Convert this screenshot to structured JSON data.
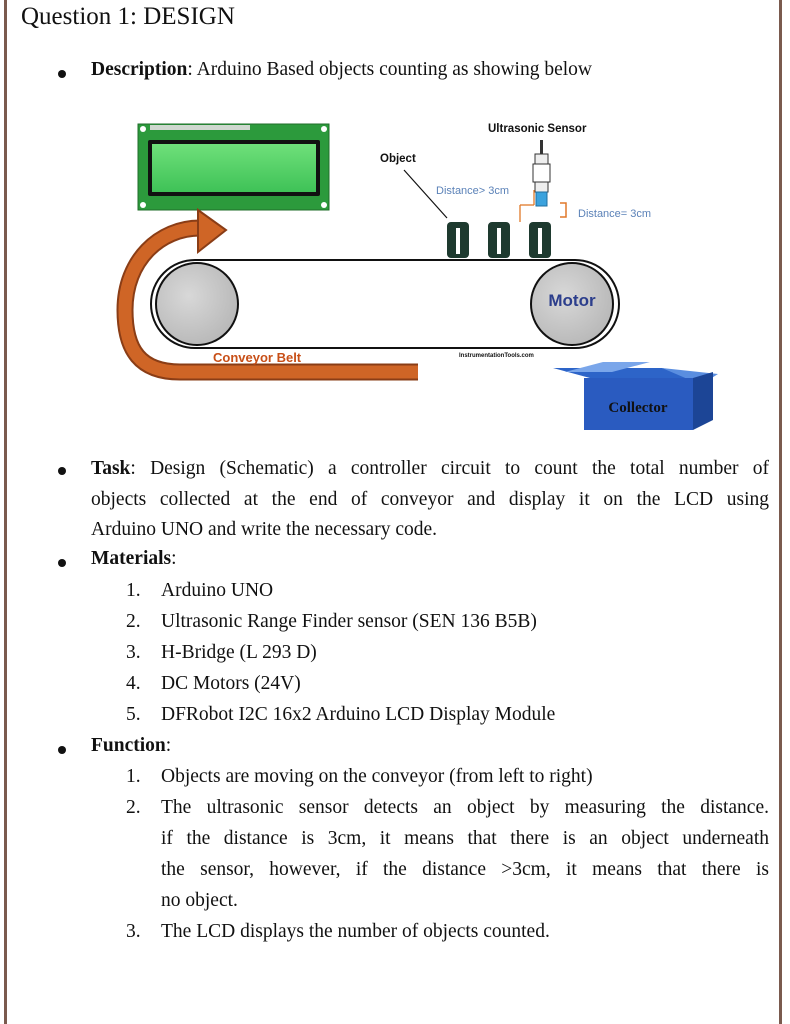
{
  "question_title": "Question 1: DESIGN",
  "description": {
    "label": "Description",
    "text": ": Arduino Based objects counting as showing below"
  },
  "diagram": {
    "ultrasonic_label": "Ultrasonic Sensor",
    "object_label": "Object",
    "distance_gt_label": "Distance> 3cm",
    "distance_eq_label": "Distance= 3cm",
    "motor_label": "Motor",
    "conveyor_label": "Conveyor Belt",
    "watermark": "InstrumentationTools.com",
    "collector_label": "Collector"
  },
  "task": {
    "label": "Task",
    "lines": [
      ": Design (Schematic) a controller circuit to count the total number of",
      "objects collected at the end of conveyor and display it on the LCD using",
      "Arduino UNO and write the necessary code."
    ]
  },
  "materials": {
    "label": "Materials",
    "suffix": ":",
    "items": [
      {
        "num": "1.",
        "text": "Arduino UNO"
      },
      {
        "num": "2.",
        "text": "Ultrasonic Range Finder sensor (SEN 136 B5B)"
      },
      {
        "num": "3.",
        "text": "H-Bridge (L 293 D)"
      },
      {
        "num": "4.",
        "text": "DC Motors (24V)"
      },
      {
        "num": "5.",
        "text": "DFRobot I2C 16x2 Arduino LCD Display Module"
      }
    ]
  },
  "function": {
    "label": "Function",
    "suffix": ":",
    "item1": {
      "num": "1.",
      "text": "Objects are moving on the conveyor (from left to right)"
    },
    "item2": {
      "num": "2.",
      "lines": [
        "The ultrasonic sensor detects an object by measuring the distance.",
        "if the distance is 3cm, it means that there is an object underneath",
        "the sensor, however, if the distance >3cm, it means that there is",
        "no object."
      ]
    },
    "item3": {
      "num": "3.",
      "text": "The LCD displays the number of objects counted."
    }
  }
}
